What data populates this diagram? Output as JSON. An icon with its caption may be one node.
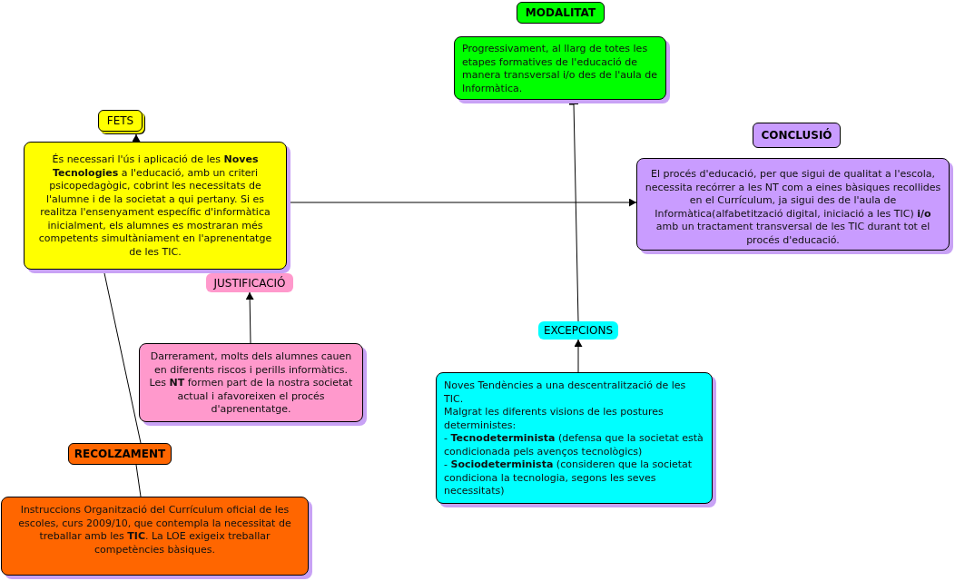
{
  "diagram": {
    "nodes": [
      {
        "text": [
          "MODALITAT"
        ]
      },
      {
        "text": [
          "Progressivament, al llarg de totes les etapes formatives de l'educació de manera transversal i/o des de l'aula de Informàtica."
        ]
      },
      {
        "text": [
          "FETS"
        ]
      },
      {
        "text": [
          "És necessari l'ús i aplicació de les **Noves Tecnologies** a l'educació, amb un criteri psicopedagògic, cobrint les necessitats de l'alumne i de la societat a qui pertany. Si es realitza l'ensenyament específic d'informàtica inicialment, els alumnes es mostraran més competents simultàniament en l'aprenentatge de les TIC."
        ]
      },
      {
        "text": [
          "CONCLUSIÓ"
        ]
      },
      {
        "text": [
          "El procés d'educació, per que sigui de qualitat a l'escola, necessita recórrer a les NT com a eines bàsiques recollides en el Currículum, ja sigui des de l'aula de Informàtica(alfabetització digital, iniciació a les TIC) **i/o** amb un tractament transversal de les TIC durant tot el procés d'educació."
        ]
      },
      {
        "text": [
          "JUSTIFICACIÓ"
        ]
      },
      {
        "text": [
          "Darrerament, molts dels alumnes cauen en diferents riscos i perills informàtics. Les **NT** formen part de la nostra societat actual i afavoreixen el procés d'aprenentatge."
        ]
      },
      {
        "text": [
          "EXCEPCIONS"
        ]
      },
      {
        "text": [
          "Noves Tendències a una descentralització de les TIC.",
          "Malgrat les diferents visions de les postures deterministes:",
          "- **Tecnodeterminista** (defensa que la societat està condicionada pels avenços tecnològics)",
          "- **Sociodeterminista** (consideren que la societat condiciona la tecnologia, segons les seves necessitats)"
        ]
      },
      {
        "text": [
          "RECOLZAMENT"
        ]
      },
      {
        "text": [
          "Instruccions Organització del Currículum oficial de les escoles, curs 2009/10, que contempla la necessitat de treballar amb les **TIC**. La LOE exigeix treballar competències bàsiques."
        ]
      }
    ],
    "edges": [
      {
        "from": 3,
        "to": 2,
        "arrow": "to"
      },
      {
        "from": 3,
        "to": 5,
        "arrow": "to"
      },
      {
        "from": 7,
        "to": 6,
        "arrow": "to"
      },
      {
        "from": 9,
        "to": 8,
        "arrow": "to"
      },
      {
        "from": 8,
        "to": 1,
        "arrow": "other"
      },
      {
        "from": 3,
        "to": 10,
        "arrow": "none"
      },
      {
        "from": 10,
        "to": 11,
        "arrow": "none"
      }
    ]
  }
}
